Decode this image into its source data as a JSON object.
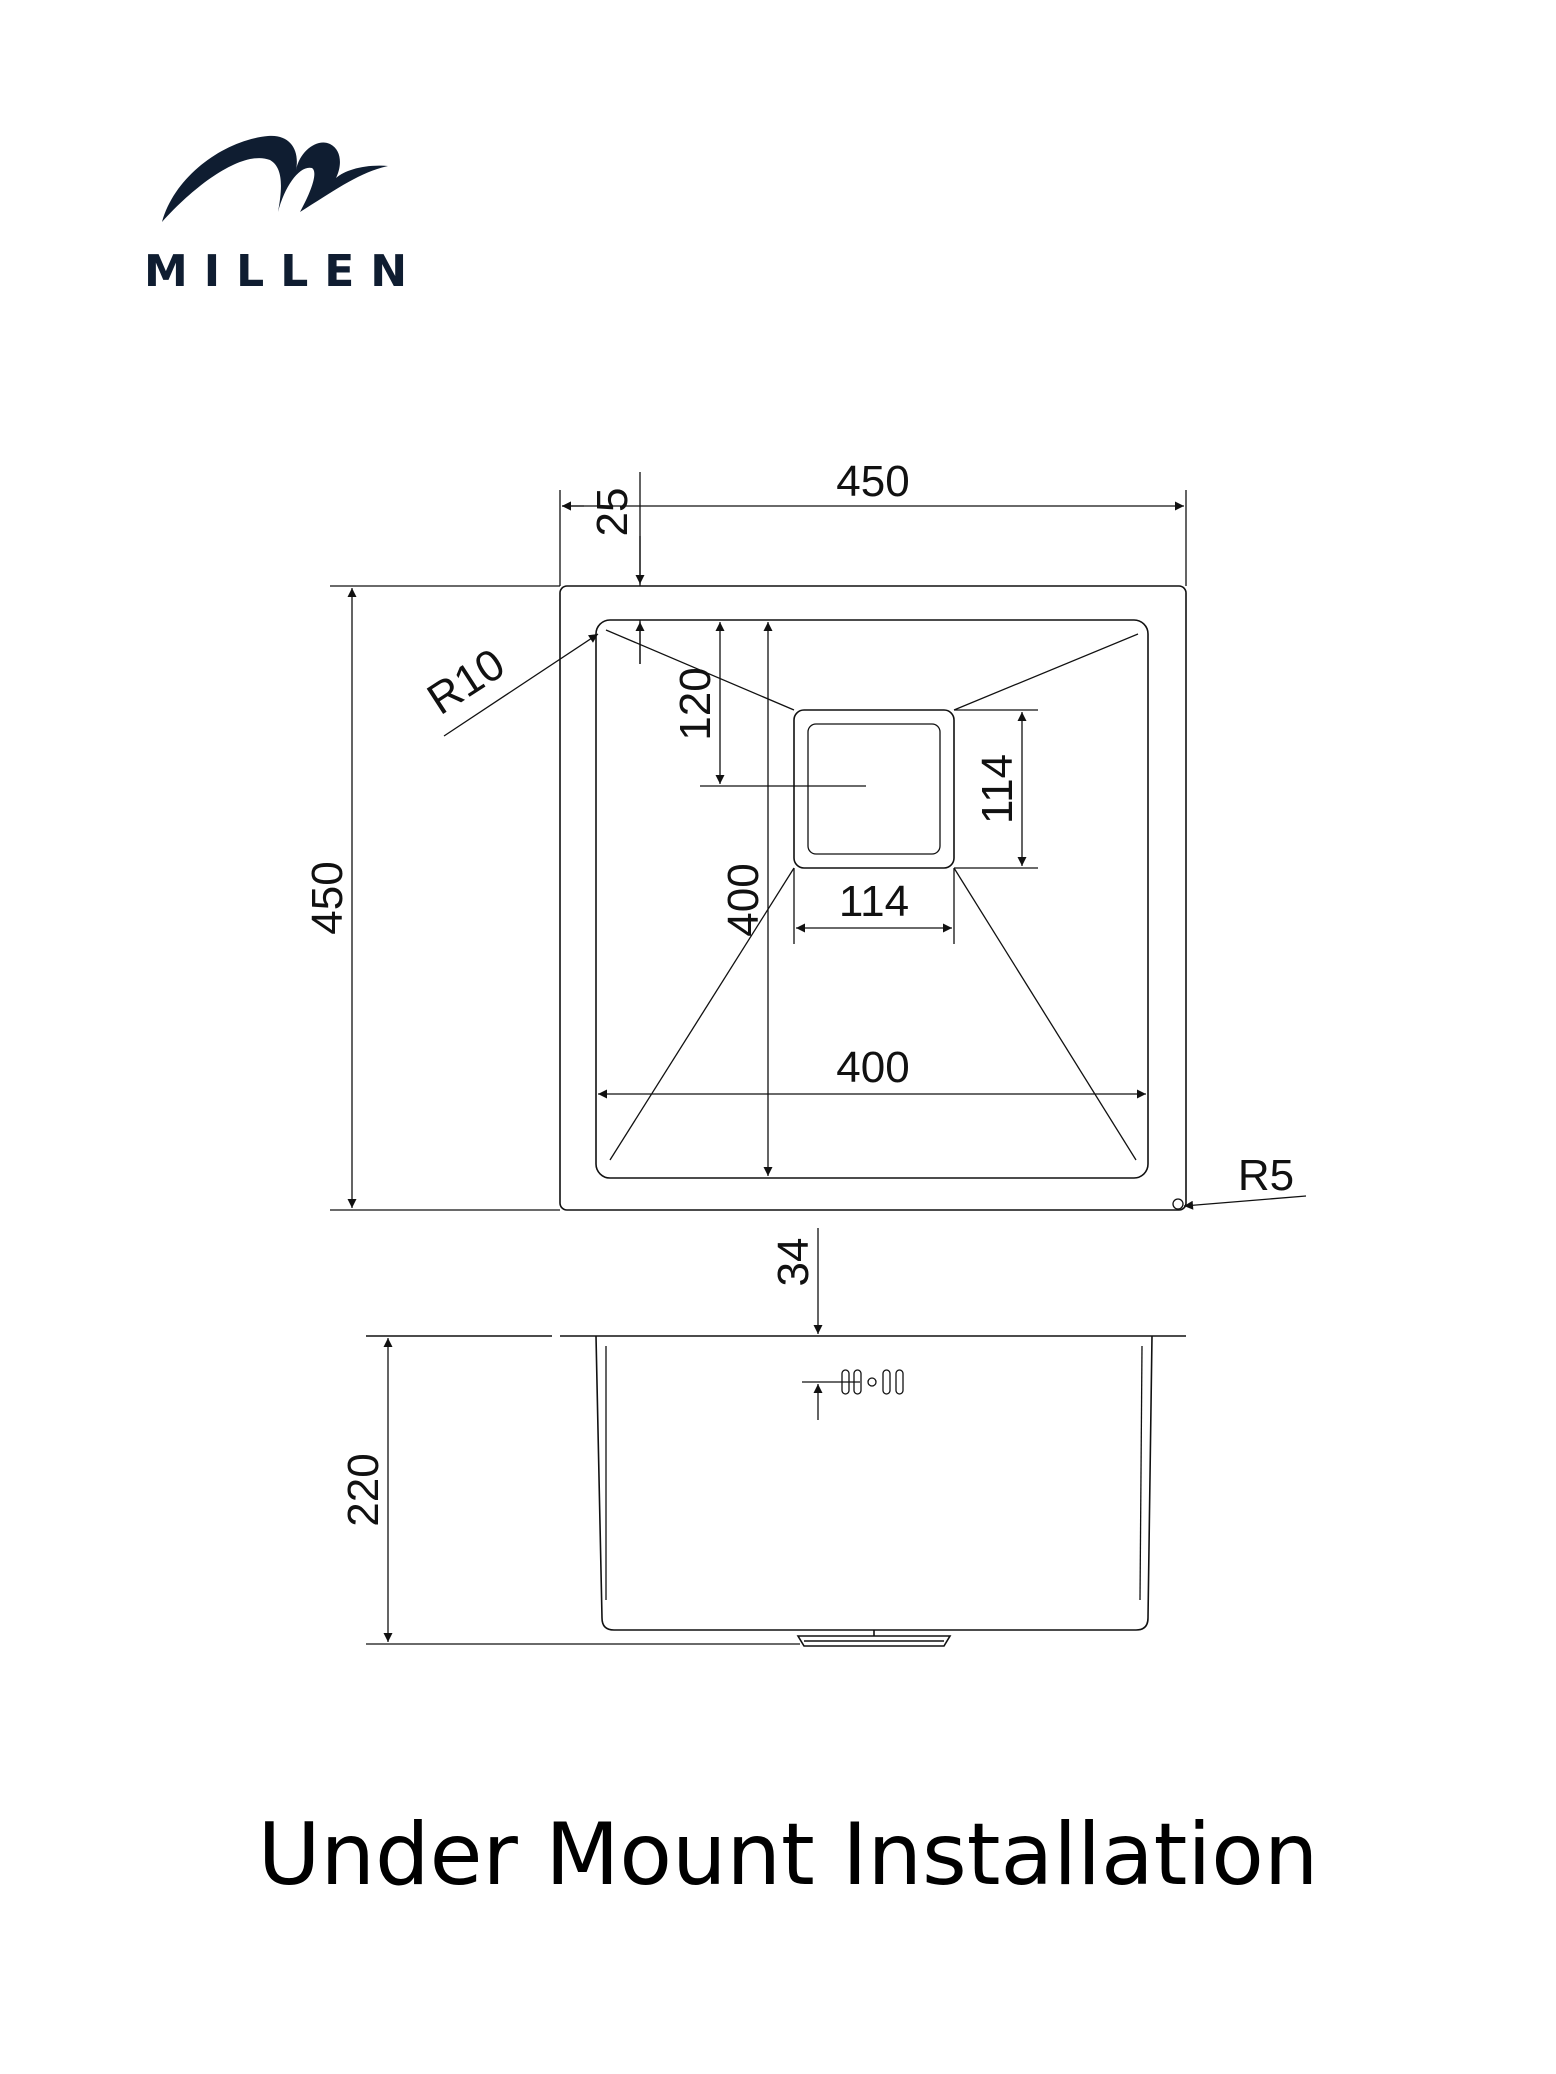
{
  "brand": {
    "name": "MILLEN",
    "logo_icon": "wave-m-logo-icon",
    "color": "#0f1d31"
  },
  "title": "Under Mount Installation",
  "drawing": {
    "overall_width": "450",
    "overall_depth": "450",
    "flange_width": "25",
    "corner_radius_inner": "R10",
    "corner_radius_outer": "R5",
    "bowl_width": "400",
    "bowl_depth": "400",
    "drain_offset": "120",
    "drain_width": "114",
    "drain_depth": "114",
    "overflow_offset": "34",
    "bowl_height": "220"
  },
  "colors": {
    "line": "#111111",
    "background": "#ffffff"
  }
}
